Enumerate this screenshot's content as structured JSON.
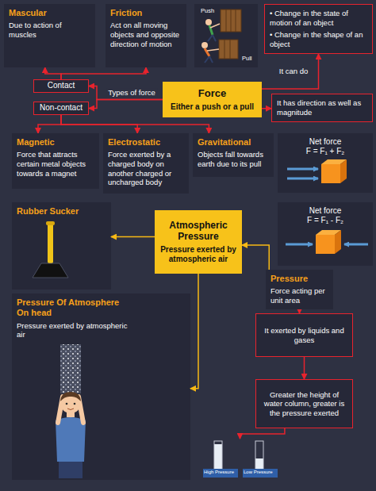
{
  "diagram": {
    "nodes": [
      {
        "text": [
          "Mascular",
          "Due to action of muscles"
        ]
      },
      {
        "text": [
          "Friction",
          "Act on all moving objects and opposite direction of motion"
        ]
      },
      {
        "text": [
          "Push",
          "Pull"
        ]
      },
      {
        "text": [
          "• Change in the state of motion of an object",
          "• Change in the shape of an object"
        ]
      },
      {
        "text": [
          "Contact"
        ]
      },
      {
        "text": [
          "Non-contact"
        ]
      },
      {
        "text": [
          "Force",
          "Either a push or a pull"
        ]
      },
      {
        "text": [
          "It has direction as well as magnitude"
        ]
      },
      {
        "text": [
          "Magnetic",
          "Force that attracts certain metal objects towards a magnet"
        ]
      },
      {
        "text": [
          "Electrostatic",
          "Force exerted by a charged body on another charged or uncharged body"
        ]
      },
      {
        "text": [
          "Gravitational",
          "Objects fall towards earth due to its pull"
        ]
      },
      {
        "text": [
          "Net force",
          "F = F₁ + F₂"
        ]
      },
      {
        "text": [
          "Rubber Sucker"
        ]
      },
      {
        "text": [
          "Atmospheric Pressure",
          "Pressure exerted by atmospheric air"
        ]
      },
      {
        "text": [
          "Net force",
          "F = F₁ - F₂"
        ]
      },
      {
        "text": [
          "Pressure",
          "Force acting per unit area"
        ]
      },
      {
        "text": [
          "Pressure Of Atmosphere On head",
          "Pressure exerted by atmospheric air"
        ]
      },
      {
        "text": [
          "It exerted by liquids and gases"
        ]
      },
      {
        "text": [
          "Greater the height of water column, greater is the pressure exerted"
        ]
      },
      {
        "text": [
          "High Pressure",
          "Low Pressure"
        ]
      }
    ],
    "edges": [
      {
        "from": 6,
        "to": 4,
        "arrow": "to",
        "label": "Types of force"
      },
      {
        "from": 6,
        "to": 5,
        "arrow": "to"
      },
      {
        "from": 4,
        "to": 0,
        "arrow": "to"
      },
      {
        "from": 4,
        "to": 1,
        "arrow": "to"
      },
      {
        "from": 6,
        "to": 3,
        "arrow": "to",
        "label": "It can do"
      },
      {
        "from": 6,
        "to": 7,
        "arrow": "to"
      },
      {
        "from": 5,
        "to": 8,
        "arrow": "to"
      },
      {
        "from": 5,
        "to": 9,
        "arrow": "to"
      },
      {
        "from": 5,
        "to": 10,
        "arrow": "to"
      },
      {
        "from": 13,
        "to": 12,
        "arrow": "to"
      },
      {
        "from": 13,
        "to": 16,
        "arrow": "to"
      },
      {
        "from": 15,
        "to": 13,
        "arrow": "to"
      },
      {
        "from": 15,
        "to": 17,
        "arrow": "to"
      },
      {
        "from": 17,
        "to": 18,
        "arrow": "to"
      },
      {
        "from": 18,
        "to": 19,
        "arrow": "to"
      }
    ]
  }
}
